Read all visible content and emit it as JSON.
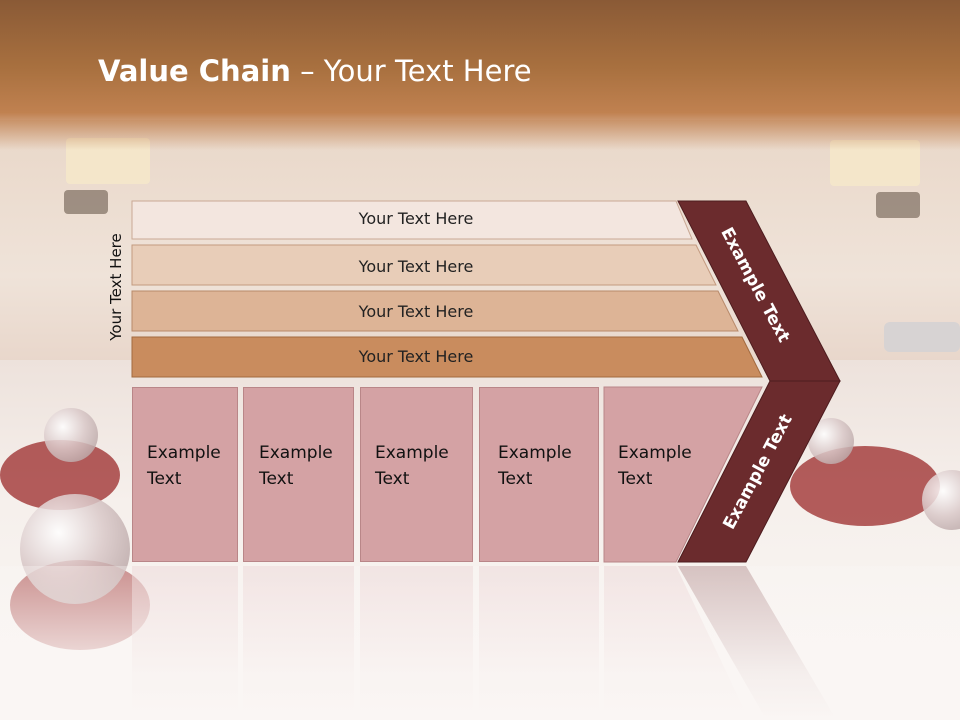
{
  "slide": {
    "title_bold": "Value Chain",
    "title_rest": " – Your Text Here",
    "side_label": "Your Text Here",
    "bars": [
      {
        "label": "Your Text Here",
        "color": "#f3e6df"
      },
      {
        "label": "Your Text Here",
        "color": "#e8cdb8"
      },
      {
        "label": "Your Text Here",
        "color": "#ddb496"
      },
      {
        "label": "Your Text Here",
        "color": "#c98c5e"
      }
    ],
    "boxes": [
      {
        "label": "Example Text"
      },
      {
        "label": "Example Text"
      },
      {
        "label": "Example Text"
      },
      {
        "label": "Example Text"
      },
      {
        "label": "Example Text"
      }
    ],
    "chevron_upper": "Example Text",
    "chevron_lower": "Example Text",
    "colors": {
      "header": "#a8703f",
      "chevron": "#6b2b2d",
      "box": "#d4a2a4"
    }
  }
}
